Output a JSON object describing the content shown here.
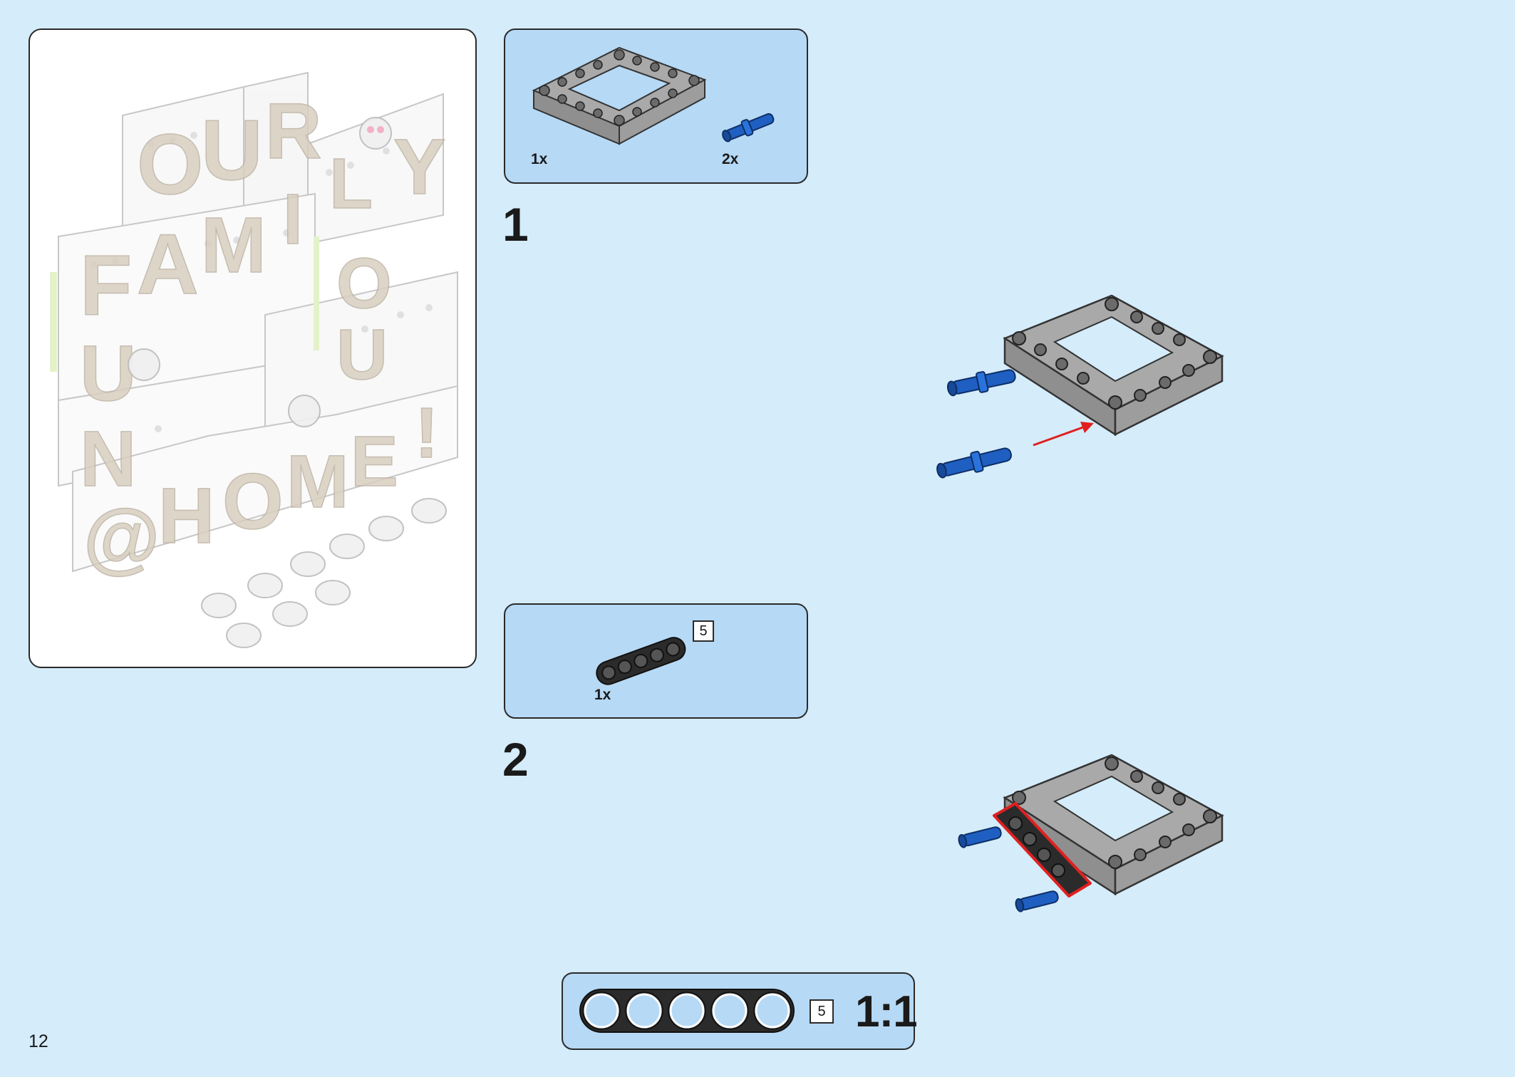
{
  "page_number": "12",
  "preview": {
    "sign_letters": [
      "O",
      "U",
      "R",
      "F",
      "A",
      "M",
      "I",
      "L",
      "Y",
      "U",
      "N",
      "O",
      "U",
      "@",
      "H",
      "O",
      "M",
      "E",
      "!"
    ]
  },
  "parts_box_1": {
    "frame_qty": "1x",
    "pin_qty": "2x"
  },
  "step_1": {
    "number": "1"
  },
  "parts_box_2": {
    "beam_qty": "1x",
    "beam_length": "5"
  },
  "step_2": {
    "number": "2"
  },
  "scale_ruler": {
    "beam_length": "5",
    "scale": "1:1"
  },
  "colors": {
    "background": "#d5ecfa",
    "parts_box": "#b6d9f5",
    "technic_gray": "#a9a9a9",
    "technic_blue": "#1f5fc1",
    "beam_black": "#2b2b2b",
    "highlight_red": "#e02020"
  }
}
